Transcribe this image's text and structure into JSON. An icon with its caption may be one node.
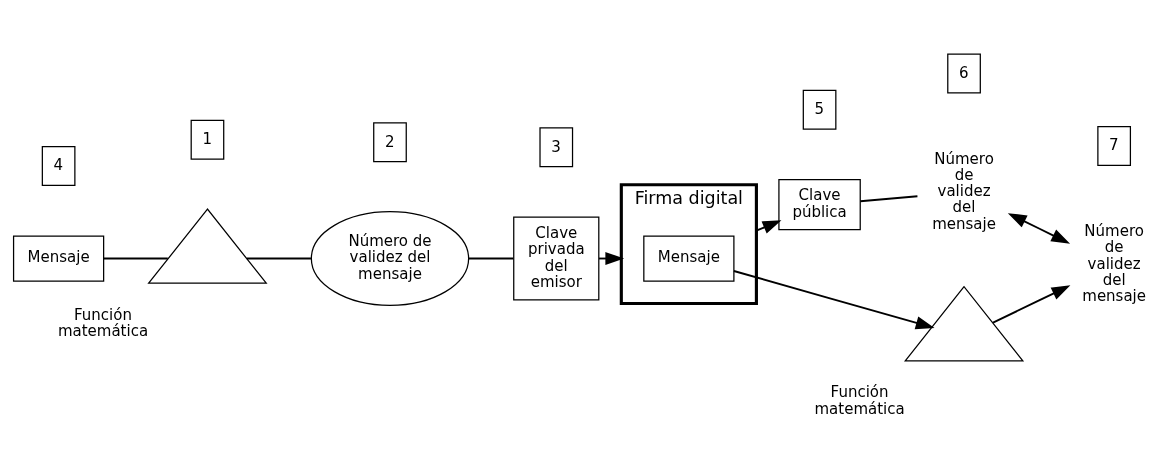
{
  "diagram": {
    "nodes": [
      {
        "text": [
          "Mensaje"
        ]
      },
      {
        "text": [],
        "shape": "triangle",
        "beside": [
          "Función matemática"
        ]
      },
      {
        "text": [
          "Número de validez del mensaje"
        ]
      },
      {
        "text": [
          "Clave privada del emisor"
        ]
      },
      {
        "text": [
          "Firma digital"
        ]
      },
      {
        "text": [
          "Mensaje"
        ],
        "in": 4
      },
      {
        "text": [
          "Clave pública"
        ]
      },
      {
        "text": [],
        "shape": "triangle",
        "beside": [
          "Función matemática"
        ]
      },
      {
        "text": [
          "Número de validez del mensaje"
        ]
      },
      {
        "text": [
          "Número de validez del mensaje"
        ]
      }
    ],
    "edges": [
      {
        "from": 0,
        "to": 1,
        "arrow": "none"
      },
      {
        "from": 1,
        "to": 2,
        "arrow": "none"
      },
      {
        "from": 2,
        "to": 3,
        "arrow": "none"
      },
      {
        "from": 3,
        "to": 4,
        "arrow": "to"
      },
      {
        "from": 4,
        "to": 6,
        "arrow": "to"
      },
      {
        "from": 5,
        "to": 7,
        "arrow": "to"
      },
      {
        "from": 6,
        "to": 8,
        "arrow": "none"
      },
      {
        "from": 7,
        "to": 9,
        "arrow": "to"
      },
      {
        "from": 8,
        "to": 9,
        "arrow": "both"
      }
    ],
    "labels": [
      "1",
      "2",
      "3",
      "4",
      "5",
      "6",
      "7"
    ]
  }
}
